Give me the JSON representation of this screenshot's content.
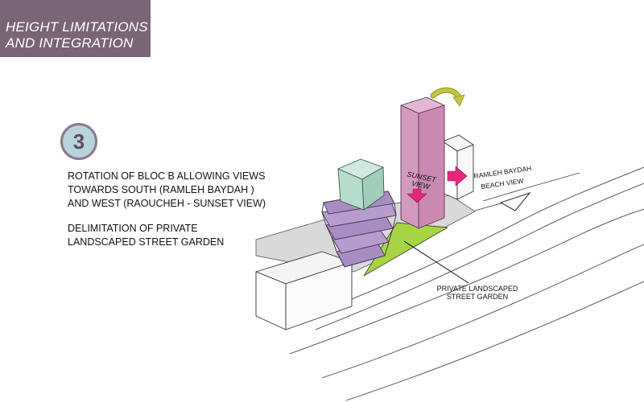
{
  "header": {
    "line1": "HEIGHT  LIMITATIONS",
    "line2": "AND INTEGRATION"
  },
  "step": {
    "number": "3"
  },
  "description": {
    "line1": "ROTATION OF BLOC B  ALLOWING VIEWS",
    "line2": "TOWARDS SOUTH (RAMLEH BAYDAH )",
    "line3": "AND WEST (RAOUCHEH - SUNSET VIEW)",
    "line4": "DELIMITATION OF PRIVATE",
    "line5": "LANDSCAPED STREET GARDEN"
  },
  "labels": {
    "sunset_line1": "SUNSET",
    "sunset_line2": "VIEW",
    "beach_line1": "RAMLEH BAYDAH",
    "beach_line2": "BEACH VIEW",
    "garden_line1": "PRIVATE LANDSCAPED",
    "garden_line2": "STREET GARDEN"
  },
  "colors": {
    "header_band": "#7a6577",
    "badge_fill": "#b9d3dc",
    "tower_pink": "#d39abf",
    "podium_purple": "#a98cc2",
    "block_teal": "#b6dccd",
    "garden_green": "#a7d444",
    "ground_grey": "#d9d9d9",
    "sunset_arrow": "#e6267a",
    "rotation_arrow": "#b7b93a"
  }
}
